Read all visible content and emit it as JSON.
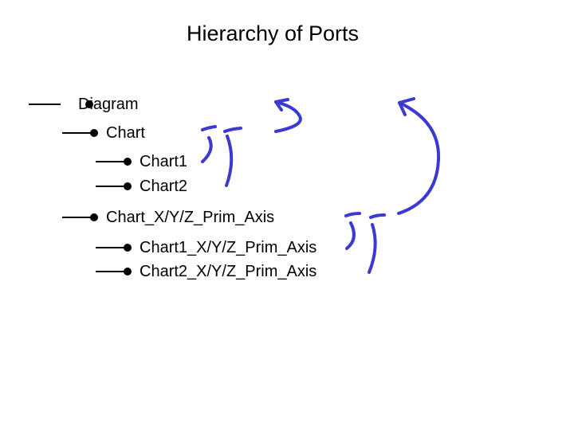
{
  "title": "Hierarchy of Ports",
  "ports": {
    "diagram": "Diagram",
    "chart": "Chart",
    "chart1": "Chart1",
    "chart2": "Chart2",
    "axis": "Chart_X/Y/Z_Prim_Axis",
    "chart1_axis": "Chart1_X/Y/Z_Prim_Axis",
    "chart2_axis": "Chart2_X/Y/Z_Prim_Axis"
  },
  "colors": {
    "arrow": "#3a3ad0",
    "connector": "#000000"
  }
}
